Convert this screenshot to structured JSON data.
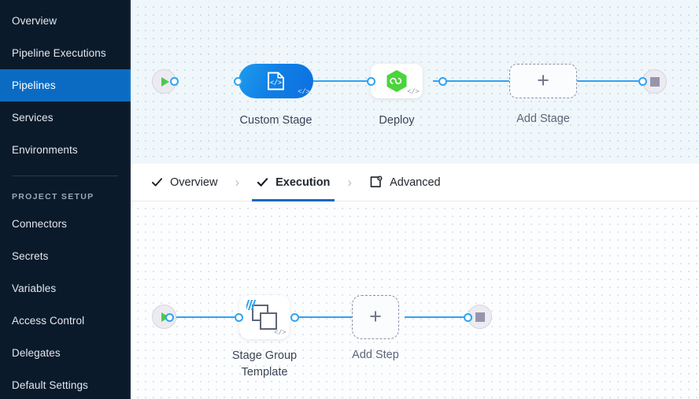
{
  "sidebar": {
    "items": [
      {
        "label": "Overview",
        "name": "sidebar-item-overview",
        "active": false
      },
      {
        "label": "Pipeline Executions",
        "name": "sidebar-item-pipeline-executions",
        "active": false
      },
      {
        "label": "Pipelines",
        "name": "sidebar-item-pipelines",
        "active": true
      },
      {
        "label": "Services",
        "name": "sidebar-item-services",
        "active": false
      },
      {
        "label": "Environments",
        "name": "sidebar-item-environments",
        "active": false
      }
    ],
    "section_label": "PROJECT SETUP",
    "project_items": [
      {
        "label": "Connectors",
        "name": "sidebar-item-connectors"
      },
      {
        "label": "Secrets",
        "name": "sidebar-item-secrets"
      },
      {
        "label": "Variables",
        "name": "sidebar-item-variables"
      },
      {
        "label": "Access Control",
        "name": "sidebar-item-access-control"
      },
      {
        "label": "Delegates",
        "name": "sidebar-item-delegates"
      },
      {
        "label": "Default Settings",
        "name": "sidebar-item-default-settings"
      }
    ],
    "active_color": "#0b6bc3",
    "background_color": "#0b1a2b"
  },
  "tabs": {
    "items": [
      {
        "label": "Overview",
        "icon": "check-icon",
        "active": false
      },
      {
        "label": "Execution",
        "icon": "check-icon",
        "active": true
      },
      {
        "label": "Advanced",
        "icon": "advanced-card-gear-icon",
        "active": false
      }
    ],
    "separator": "›",
    "active_underline_color": "#0b6bc3"
  },
  "stage_canvas": {
    "start_node": {
      "icon": "play-icon",
      "color": "#4fc84f"
    },
    "end_node": {
      "icon": "stop-icon",
      "color": "#9794ac"
    },
    "nodes": [
      {
        "label": "Custom Stage",
        "icon": "custom-stage-code-icon",
        "type": "selected",
        "badge": "</>"
      },
      {
        "label": "Deploy",
        "icon": "deploy-hexagon-infinity-icon",
        "type": "default",
        "badge": "</>"
      },
      {
        "label": "Add Stage",
        "icon": "plus-icon",
        "type": "add"
      }
    ],
    "edge_color": "#30a4f0",
    "background_color": "#eff7fb"
  },
  "step_canvas": {
    "start_node": {
      "icon": "play-icon",
      "color": "#4fc84f"
    },
    "end_node": {
      "icon": "stop-icon",
      "color": "#9794ac"
    },
    "nodes": [
      {
        "label": "Stage Group Template",
        "icon": "stage-group-template-icon",
        "type": "template",
        "badge": "</>"
      },
      {
        "label": "Add Step",
        "icon": "plus-icon",
        "type": "add"
      }
    ],
    "edge_color": "#30a4f0",
    "background_color": "#fcfdfe"
  }
}
